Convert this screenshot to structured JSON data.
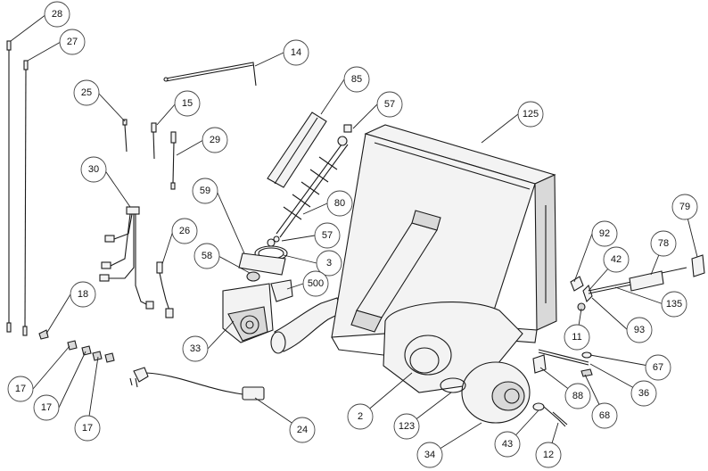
{
  "diagram": {
    "type": "exploded-parts-view",
    "callouts": [
      "28",
      "27",
      "14",
      "85",
      "57",
      "125",
      "25",
      "15",
      "29",
      "30",
      "59",
      "80",
      "57",
      "26",
      "58",
      "3",
      "500",
      "18",
      "33",
      "79",
      "92",
      "78",
      "42",
      "135",
      "11",
      "93",
      "17",
      "17",
      "17",
      "24",
      "2",
      "123",
      "34",
      "43",
      "12",
      "88",
      "68",
      "36",
      "67"
    ]
  },
  "colors": {
    "line": "#1a1a1a",
    "fill": "#f3f3f3",
    "callout_border": "#444444"
  }
}
